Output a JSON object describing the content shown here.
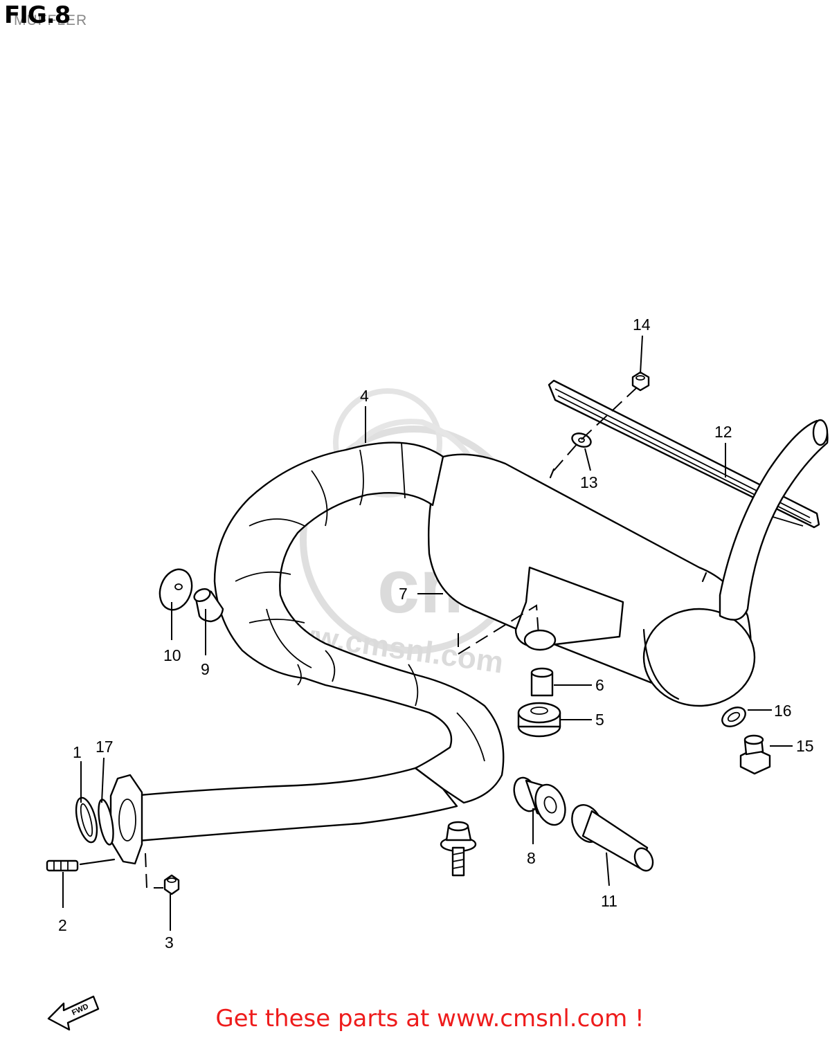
{
  "figure": {
    "title": "FIG.8",
    "subtitle": "MUFFLER"
  },
  "watermark": {
    "brand": "cms",
    "url": "www.cmsnl.com"
  },
  "fwd_label": "FWD",
  "callouts": [
    "1",
    "2",
    "3",
    "4",
    "5",
    "6",
    "7",
    "8",
    "9",
    "10",
    "11",
    "12",
    "13",
    "14",
    "15",
    "16",
    "17"
  ],
  "footer": {
    "text": "Get these parts at www.cmsnl.com !"
  }
}
